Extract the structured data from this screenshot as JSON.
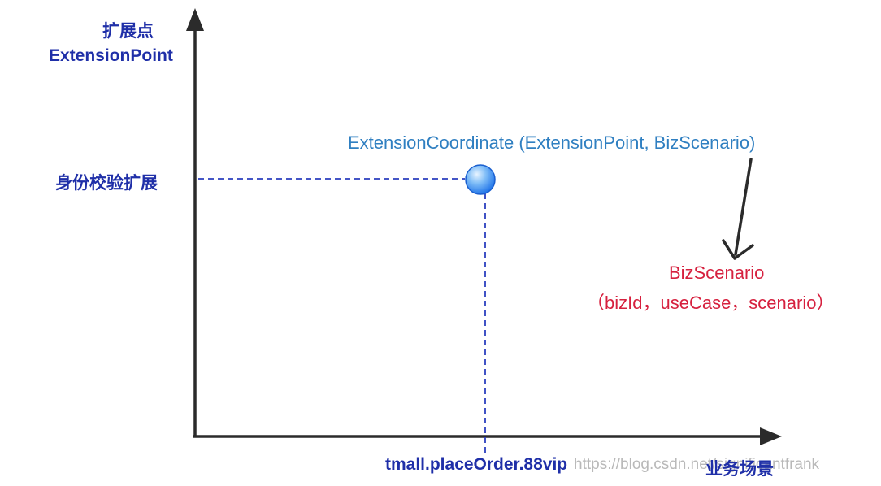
{
  "y_axis": {
    "label_cn": "扩展点",
    "label_en": "ExtensionPoint",
    "tick_label": "身份校验扩展"
  },
  "x_axis": {
    "label_cn": "业务场景",
    "tick_label": "tmall.placeOrder.88vip"
  },
  "point": {
    "label": "ExtensionCoordinate (ExtensionPoint, BizScenario)"
  },
  "annotation": {
    "title": "BizScenario",
    "params": "（bizId，useCase，scenario）"
  },
  "watermark": "https://blog.csdn.net/significantfrank",
  "colors": {
    "axis": "#2b2b2b",
    "dashed": "#2b3fbf",
    "axis_labels": "#1f2fa8",
    "point_label": "#2f7fc1",
    "annotation": "#d6203e",
    "point_fill_light": "#bfe1ff",
    "point_fill_dark": "#1f73e8"
  }
}
